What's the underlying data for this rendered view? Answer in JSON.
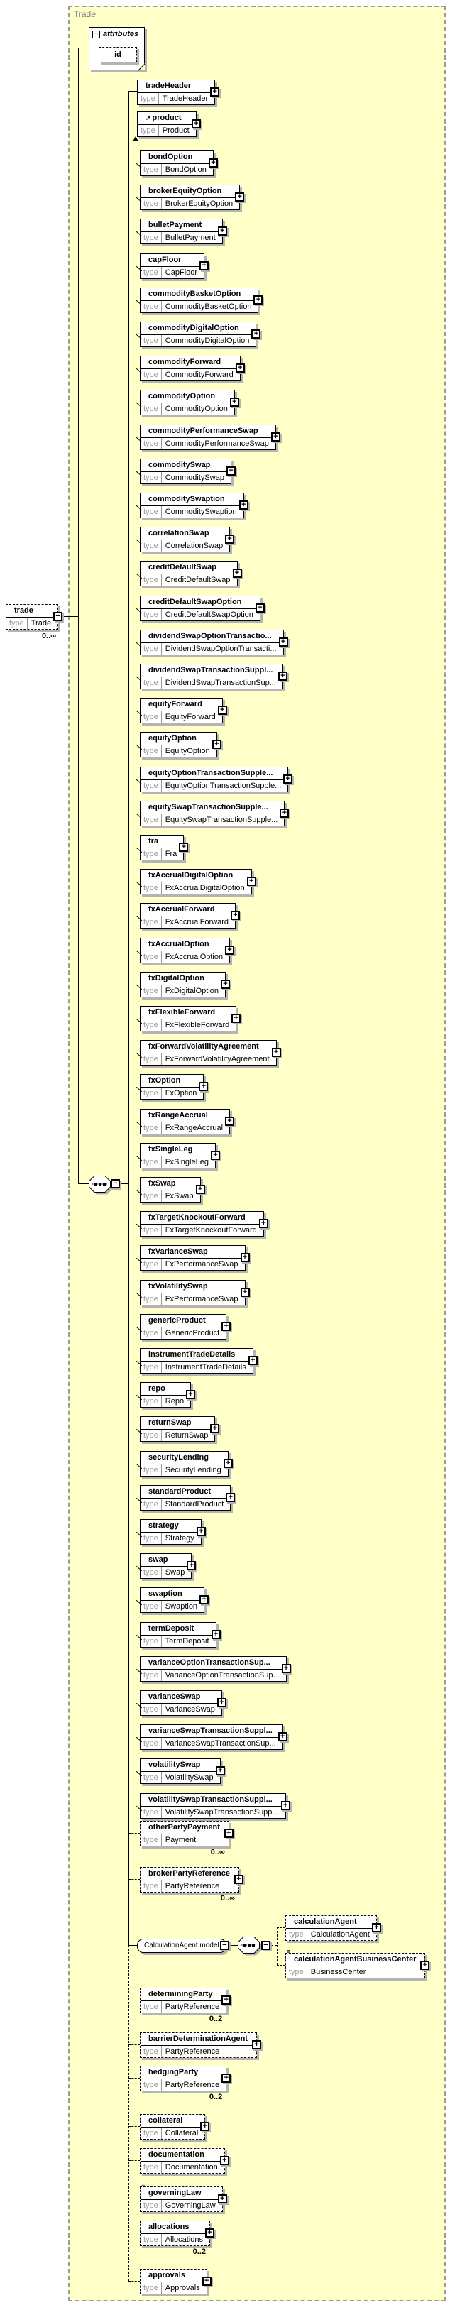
{
  "frame": {
    "label": "Trade"
  },
  "labels": {
    "type": "type"
  },
  "attributes_box": {
    "label": "attributes",
    "id_attr": "id"
  },
  "root_element": {
    "name": "trade",
    "type": "Trade",
    "occurs": "0..∞"
  },
  "sequence": {
    "trade_header": {
      "name": "tradeHeader",
      "type": "TradeHeader"
    },
    "product": {
      "name": "product",
      "type": "Product"
    }
  },
  "product_group": {
    "members": [
      {
        "name": "bondOption",
        "type": "BondOption"
      },
      {
        "name": "brokerEquityOption",
        "type": "BrokerEquityOption"
      },
      {
        "name": "bulletPayment",
        "type": "BulletPayment"
      },
      {
        "name": "capFloor",
        "type": "CapFloor"
      },
      {
        "name": "commodityBasketOption",
        "type": "CommodityBasketOption"
      },
      {
        "name": "commodityDigitalOption",
        "type": "CommodityDigitalOption"
      },
      {
        "name": "commodityForward",
        "type": "CommodityForward"
      },
      {
        "name": "commodityOption",
        "type": "CommodityOption"
      },
      {
        "name": "commodityPerformanceSwap",
        "type": "CommodityPerformanceSwap"
      },
      {
        "name": "commoditySwap",
        "type": "CommoditySwap"
      },
      {
        "name": "commoditySwaption",
        "type": "CommoditySwaption"
      },
      {
        "name": "correlationSwap",
        "type": "CorrelationSwap"
      },
      {
        "name": "creditDefaultSwap",
        "type": "CreditDefaultSwap"
      },
      {
        "name": "creditDefaultSwapOption",
        "type": "CreditDefaultSwapOption"
      },
      {
        "name": "dividendSwapOptionTransactio...",
        "type": "DividendSwapOptionTransacti..."
      },
      {
        "name": "dividendSwapTransactionSuppl...",
        "type": "DividendSwapTransactionSup..."
      },
      {
        "name": "equityForward",
        "type": "EquityForward"
      },
      {
        "name": "equityOption",
        "type": "EquityOption"
      },
      {
        "name": "equityOptionTransactionSupple...",
        "type": "EquityOptionTransactionSupple..."
      },
      {
        "name": "equitySwapTransactionSupple...",
        "type": "EquitySwapTransactionSupple..."
      },
      {
        "name": "fra",
        "type": "Fra"
      },
      {
        "name": "fxAccrualDigitalOption",
        "type": "FxAccrualDigitalOption"
      },
      {
        "name": "fxAccrualForward",
        "type": "FxAccrualForward"
      },
      {
        "name": "fxAccrualOption",
        "type": "FxAccrualOption"
      },
      {
        "name": "fxDigitalOption",
        "type": "FxDigitalOption"
      },
      {
        "name": "fxFlexibleForward",
        "type": "FxFlexibleForward"
      },
      {
        "name": "fxForwardVolatilityAgreement",
        "type": "FxForwardVolatilityAgreement"
      },
      {
        "name": "fxOption",
        "type": "FxOption"
      },
      {
        "name": "fxRangeAccrual",
        "type": "FxRangeAccrual"
      },
      {
        "name": "fxSingleLeg",
        "type": "FxSingleLeg"
      },
      {
        "name": "fxSwap",
        "type": "FxSwap"
      },
      {
        "name": "fxTargetKnockoutForward",
        "type": "FxTargetKnockoutForward"
      },
      {
        "name": "fxVarianceSwap",
        "type": "FxPerformanceSwap"
      },
      {
        "name": "fxVolatilitySwap",
        "type": "FxPerformanceSwap"
      },
      {
        "name": "genericProduct",
        "type": "GenericProduct"
      },
      {
        "name": "instrumentTradeDetails",
        "type": "InstrumentTradeDetails"
      },
      {
        "name": "repo",
        "type": "Repo"
      },
      {
        "name": "returnSwap",
        "type": "ReturnSwap"
      },
      {
        "name": "securityLending",
        "type": "SecurityLending"
      },
      {
        "name": "standardProduct",
        "type": "StandardProduct"
      },
      {
        "name": "strategy",
        "type": "Strategy"
      },
      {
        "name": "swap",
        "type": "Swap"
      },
      {
        "name": "swaption",
        "type": "Swaption"
      },
      {
        "name": "termDeposit",
        "type": "TermDeposit"
      },
      {
        "name": "varianceOptionTransactionSup...",
        "type": "VarianceOptionTransactionSup..."
      },
      {
        "name": "varianceSwap",
        "type": "VarianceSwap"
      },
      {
        "name": "varianceSwapTransactionSuppl...",
        "type": "VarianceSwapTransactionSup..."
      },
      {
        "name": "volatilitySwap",
        "type": "VolatilitySwap"
      },
      {
        "name": "volatilitySwapTransactionSuppl...",
        "type": "VolatilitySwapTransactionSupp..."
      }
    ]
  },
  "optional_elements": [
    {
      "name": "otherPartyPayment",
      "type": "Payment",
      "occurs": "0..∞"
    },
    {
      "name": "brokerPartyReference",
      "type": "PartyReference",
      "occurs": "0..∞"
    },
    {
      "name": "determiningParty",
      "type": "PartyReference",
      "occurs": "0..2"
    },
    {
      "name": "barrierDeterminationAgent",
      "type": "PartyReference"
    },
    {
      "name": "hedgingParty",
      "type": "PartyReference",
      "occurs": "0..2"
    },
    {
      "name": "collateral",
      "type": "Collateral"
    },
    {
      "name": "documentation",
      "type": "Documentation"
    },
    {
      "name": "governingLaw",
      "type": "GoverningLaw"
    },
    {
      "name": "allocations",
      "type": "Allocations",
      "occurs": "0..2"
    },
    {
      "name": "approvals",
      "type": "Approvals"
    }
  ],
  "calculation_agent_model": {
    "label": "CalculationAgent.model",
    "children": [
      {
        "name": "calculationAgent",
        "type": "CalculationAgent"
      },
      {
        "name": "calculationAgentBusinessCenter",
        "type": "BusinessCenter"
      }
    ]
  }
}
